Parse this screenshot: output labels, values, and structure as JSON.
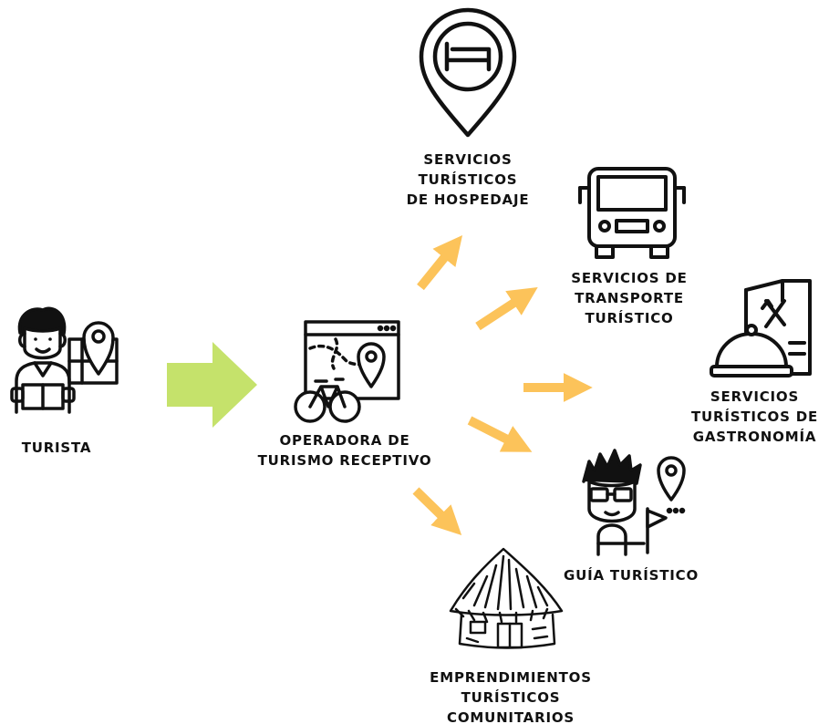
{
  "diagram": {
    "nodes": {
      "turista": {
        "label": "TURISTA"
      },
      "operadora": {
        "label": "OPERADORA DE\nTURISMO RECEPTIVO"
      },
      "hospedaje": {
        "label": "SERVICIOS\nTURÍSTICOS\nDE HOSPEDAJE"
      },
      "transporte": {
        "label": "SERVICIOS DE\nTRANSPORTE\nTURÍSTICO"
      },
      "gastronomia": {
        "label": "SERVICIOS\nTURÍSTICOS DE\nGASTRONOMÍA"
      },
      "guia": {
        "label": "GUÍA TURÍSTICO"
      },
      "comunitarios": {
        "label": "EMPRENDIMIENTOS\nTURÍSTICOS\nCOMUNITARIOS"
      }
    },
    "edges": [
      {
        "from": "turista",
        "to": "operadora"
      },
      {
        "from": "operadora",
        "to": "hospedaje"
      },
      {
        "from": "operadora",
        "to": "transporte"
      },
      {
        "from": "operadora",
        "to": "gastronomia"
      },
      {
        "from": "operadora",
        "to": "guia"
      },
      {
        "from": "operadora",
        "to": "comunitarios"
      }
    ]
  },
  "colors": {
    "main_arrow": "#c5e26b",
    "branch_arrow": "#fcc35a",
    "ink": "#111111"
  },
  "icons": {
    "turista": "tourist-with-map-pin-icon",
    "operadora": "map-bicycle-browser-icon",
    "hospedaje": "location-pin-bed-icon",
    "transporte": "bus-icon",
    "gastronomia": "menu-cloche-icon",
    "guia": "tour-guide-flag-icon",
    "comunitarios": "thatched-hut-icon"
  }
}
